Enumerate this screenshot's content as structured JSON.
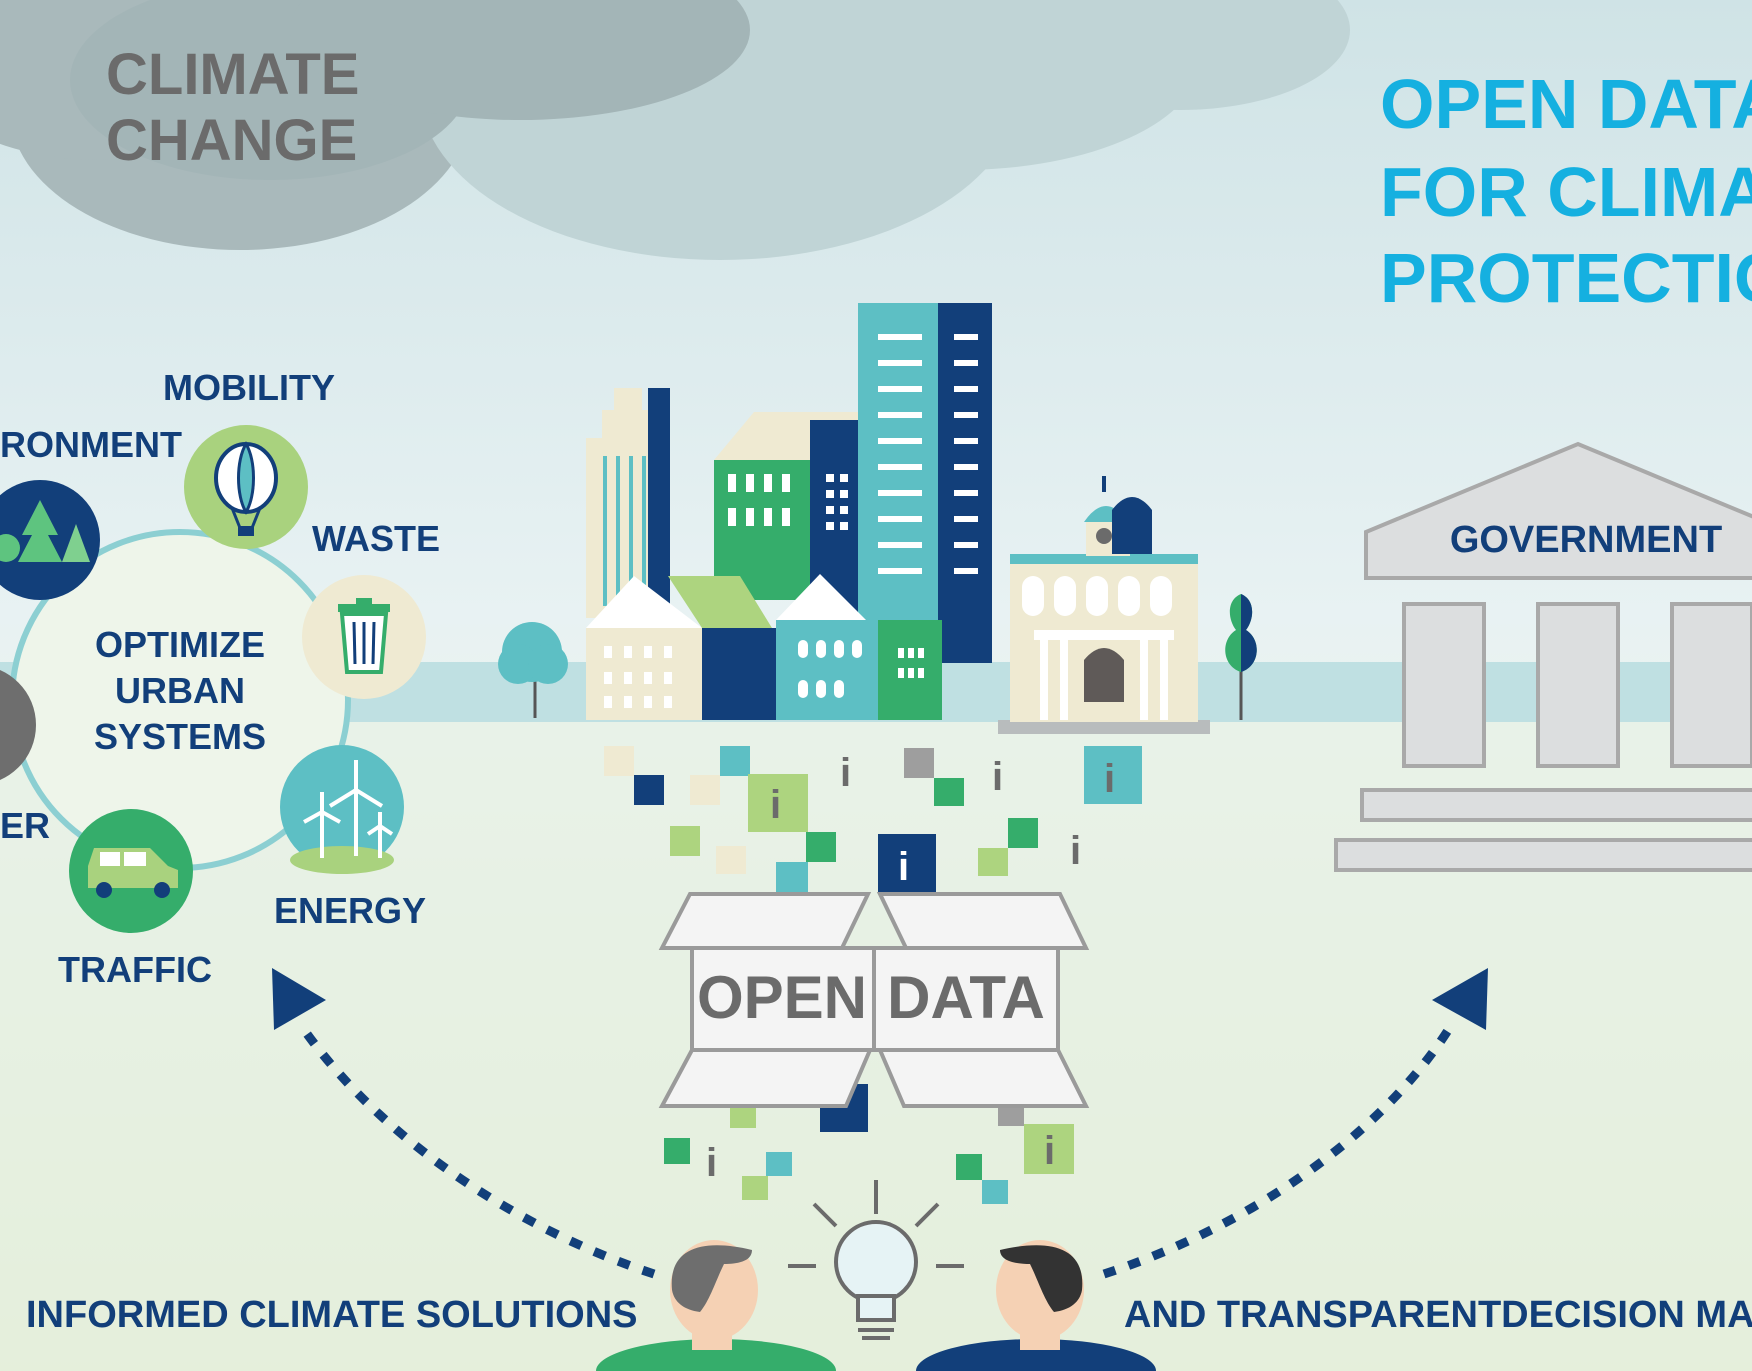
{
  "cloud_title": {
    "line1": "CLIMATE",
    "line2": "CHANGE"
  },
  "headline": {
    "line1": "OPEN DATA",
    "line2": "FOR CLIMA",
    "line3": "PROTECTIO"
  },
  "hub": {
    "line1": "OPTIMIZE",
    "line2": "URBAN",
    "line3": "SYSTEMS"
  },
  "categories": {
    "mobility": "MOBILITY",
    "environment": "RONMENT",
    "waste": "WASTE",
    "energy": "ENERGY",
    "traffic": "TRAFFIC",
    "water": "ER"
  },
  "government_label": "GOVERNMENT",
  "box": {
    "left": "OPEN",
    "right": "DATA"
  },
  "info_glyph": "i",
  "bottom": {
    "left": "INFORMED CLIMATE SOLUTIONS",
    "right": "AND TRANSPARENTDECISION MA"
  },
  "colors": {
    "navy": "#123f7a",
    "green": "#35ad6b",
    "light_green": "#add47f",
    "teal": "#5dbfc4",
    "cream": "#efead2",
    "headline": "#15b0e0",
    "cloud_text": "#6b6b6b",
    "gray": "#9e9e9e"
  }
}
